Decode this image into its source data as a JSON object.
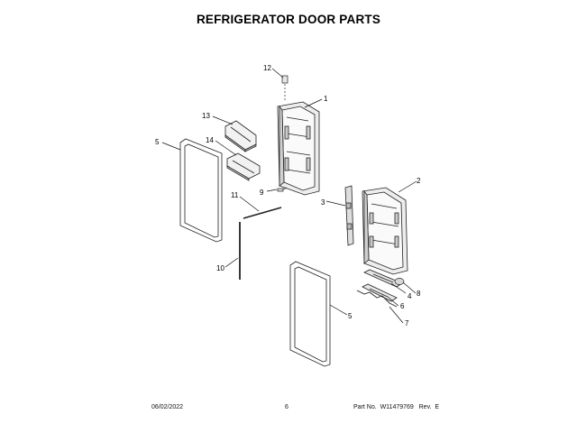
{
  "header": {
    "title": "REFRIGERATOR DOOR PARTS"
  },
  "diagram": {
    "callouts": [
      "1",
      "2",
      "3",
      "4",
      "5",
      "5",
      "6",
      "7",
      "8",
      "9",
      "10",
      "11",
      "12",
      "13",
      "14"
    ]
  },
  "footer": {
    "date": "06/02/2022",
    "page": "6",
    "part_no": "Part No.  W11479769   Rev.  E"
  }
}
